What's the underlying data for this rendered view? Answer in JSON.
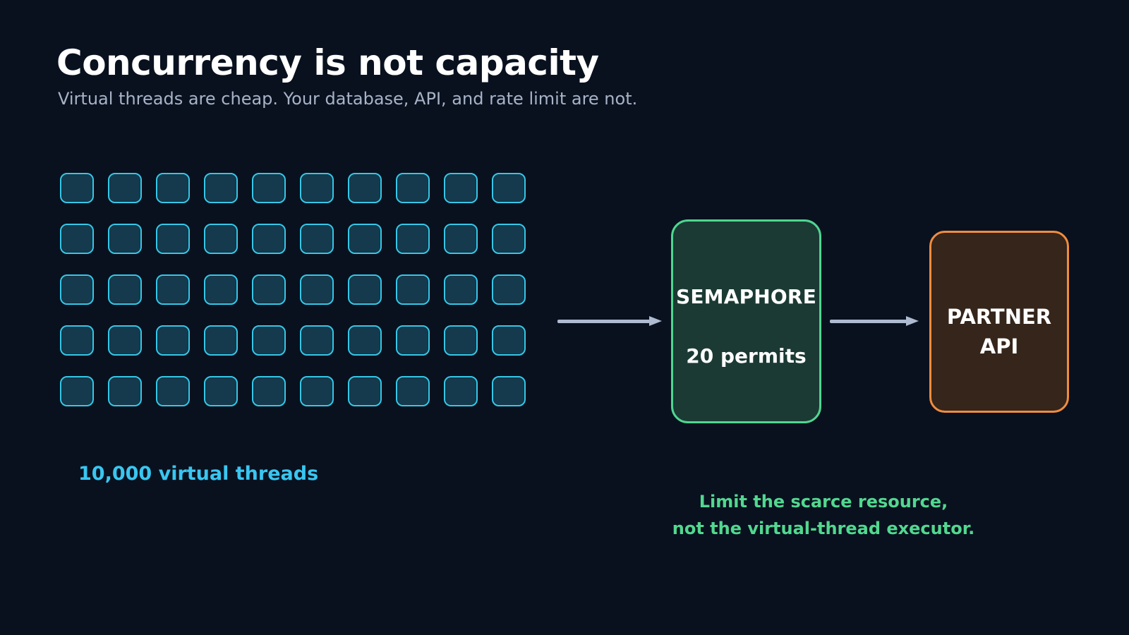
{
  "header": {
    "title": "Concurrency is not capacity",
    "subtitle": "Virtual threads are cheap. Your database, API, and rate limit are not."
  },
  "threads": {
    "rows": 5,
    "columns": 10,
    "label": "10,000 virtual threads",
    "cell_color": "#163a4d",
    "outline_color": "#35c8e8",
    "label_color": "#39c6f0"
  },
  "semaphore": {
    "title": "SEMAPHORE",
    "permits": "20 permits",
    "fill_color": "#1b3a34",
    "outline_color": "#4fd690"
  },
  "partner_api": {
    "line_1": "PARTNER",
    "line_2": "API",
    "fill_color": "#35251b",
    "outline_color": "#f18c3e"
  },
  "note": {
    "line_1": "Limit the scarce resource,",
    "line_2": "not the virtual-thread executor.",
    "color": "#52d88f"
  },
  "colors": {
    "background": "#09111f",
    "arrow": "#aebbd0"
  }
}
